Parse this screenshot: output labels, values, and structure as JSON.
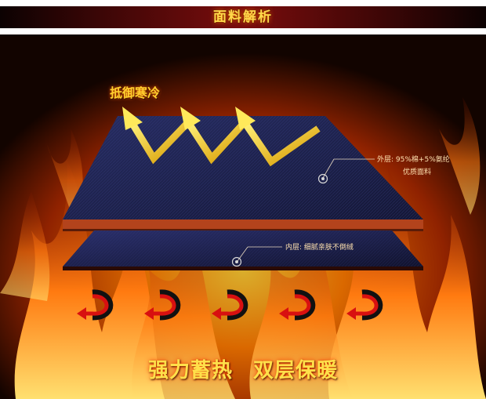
{
  "header": {
    "title": "面料解析"
  },
  "callouts": {
    "warm_text": "抵御寒冷",
    "outer_label": "外层:",
    "outer_detail": "95%棉+5%氨纶",
    "outer_detail2": "优质面料",
    "inner_label": "内层:",
    "inner_detail": "细腻亲肤不倒绒"
  },
  "footer": {
    "slogan_left": "强力蓄热",
    "slogan_right": "双层保暖"
  },
  "colors": {
    "fabric": "#1b1f4a",
    "flame": "#ff6a00",
    "accent": "#ffd84a",
    "arrow_red": "#d40e0e"
  },
  "icons": {
    "up_arrows": "yellow-zigzag-arrow-icon",
    "heat_arrows": "red-u-turn-arrow-icon",
    "target": "target-dot-icon"
  }
}
